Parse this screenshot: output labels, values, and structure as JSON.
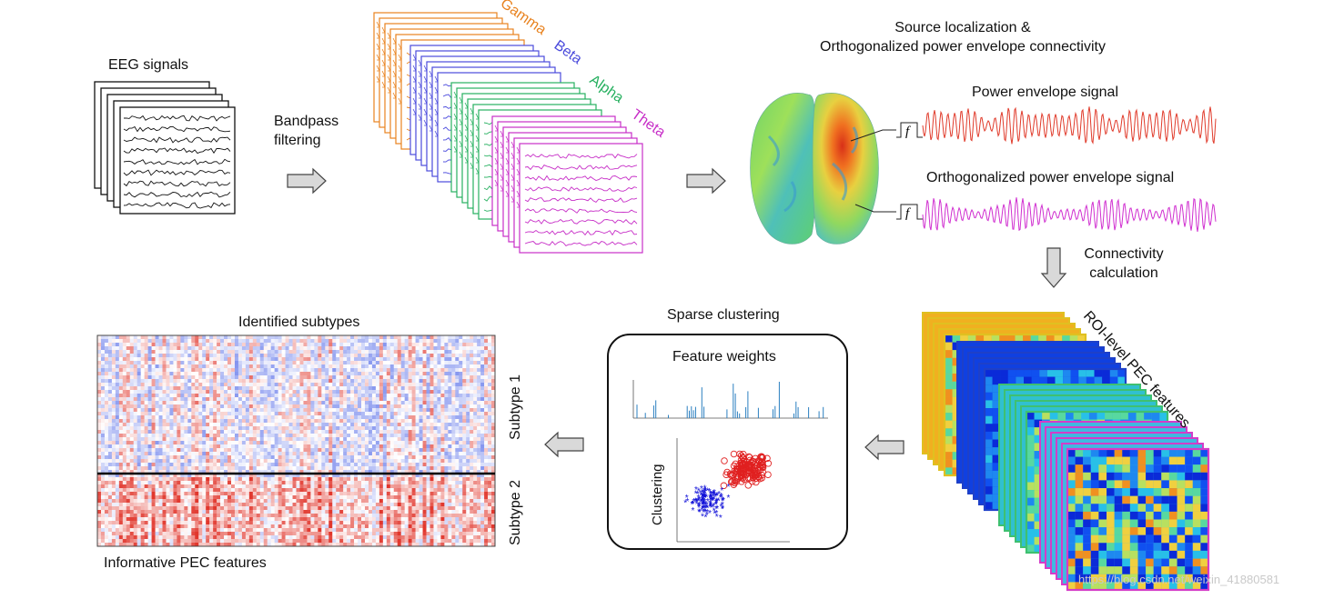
{
  "labels": {
    "eeg_signals": "EEG signals",
    "bandpass_1": "Bandpass",
    "bandpass_2": "filtering",
    "band_gamma": "Gamma",
    "band_beta": "Beta",
    "band_alpha": "Alpha",
    "band_theta": "Theta",
    "source_title_1": "Source localization &",
    "source_title_2": "Orthogonalized power envelope connectivity",
    "power_envelope": "Power envelope signal",
    "orth_envelope": "Orthogonalized power envelope signal",
    "f_symbol": "f",
    "connectivity_1": "Connectivity",
    "connectivity_2": "calculation",
    "roi_features": "ROI-level PEC features",
    "sparse_clustering": "Sparse clustering",
    "feature_weights": "Feature weights",
    "clustering": "Clustering",
    "identified_subtypes": "Identified subtypes",
    "subtype_1": "Subtype 1",
    "subtype_2": "Subtype 2",
    "informative_features": "Informative PEC features",
    "watermark": "https://blog.csdn.net/weixin_41880581"
  },
  "colors": {
    "gamma": "#e8821e",
    "beta": "#4b4bdc",
    "alpha": "#27b060",
    "theta": "#c72ec7",
    "power_signal": "#e03a2a",
    "orth_signal": "#d02fd0",
    "bar": "#2a7fc0",
    "cluster_blue": "#1010d8",
    "cluster_red": "#e02020",
    "arrow_fill": "#d9d9d9"
  }
}
